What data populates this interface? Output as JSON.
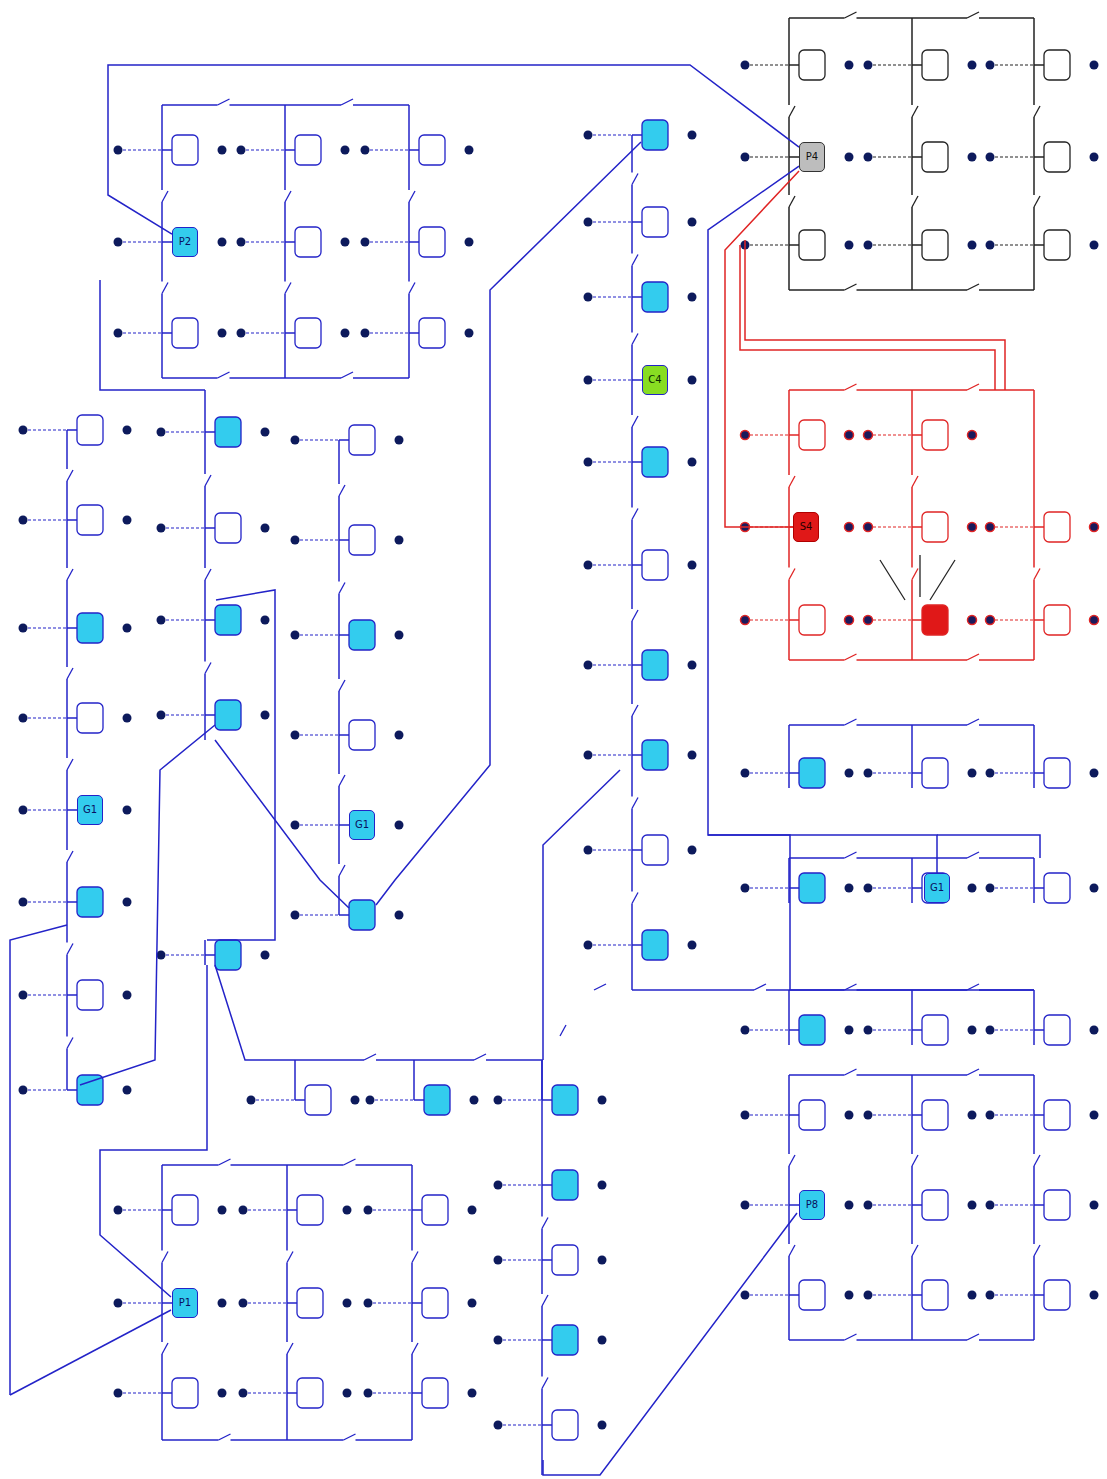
{
  "diagram": {
    "nodes": [
      {
        "text": [
          "P4"
        ]
      },
      {
        "text": [
          "P2"
        ]
      },
      {
        "text": [
          "C4"
        ]
      },
      {
        "text": [
          "S4"
        ]
      },
      {
        "text": [
          "G1"
        ]
      },
      {
        "text": [
          "G1"
        ]
      },
      {
        "text": [
          "G1"
        ]
      },
      {
        "text": [
          "P8"
        ]
      },
      {
        "text": [
          "P1"
        ]
      }
    ],
    "edges": [
      {
        "from": 0,
        "to": 1,
        "arrow": "none"
      },
      {
        "from": 0,
        "to": 3,
        "arrow": "none"
      },
      {
        "from": 0,
        "to": 6,
        "arrow": "none"
      }
    ]
  }
}
